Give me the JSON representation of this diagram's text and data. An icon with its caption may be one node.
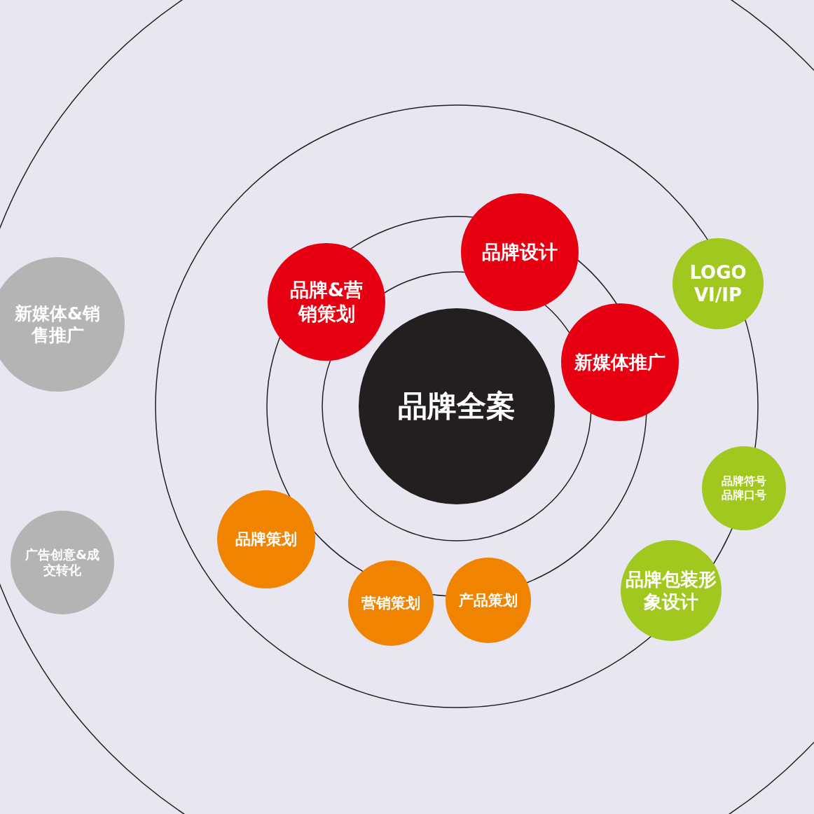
{
  "diagram": {
    "nodes": [
      {
        "text": [
          "品牌全案"
        ]
      },
      {
        "text": [
          "品牌&营销策划"
        ]
      },
      {
        "text": [
          "品牌设计"
        ]
      },
      {
        "text": [
          "新媒体推广"
        ]
      },
      {
        "text": [
          "品牌策划"
        ]
      },
      {
        "text": [
          "营销策划"
        ]
      },
      {
        "text": [
          "产品策划"
        ]
      },
      {
        "text": [
          "LOGO VI/IP"
        ]
      },
      {
        "text": [
          "品牌符号",
          "品牌口号"
        ]
      },
      {
        "text": [
          "品牌包装形象设计"
        ]
      },
      {
        "text": [
          "新媒体&销售推广"
        ]
      },
      {
        "text": [
          "广告创意&成交转化"
        ]
      }
    ]
  }
}
